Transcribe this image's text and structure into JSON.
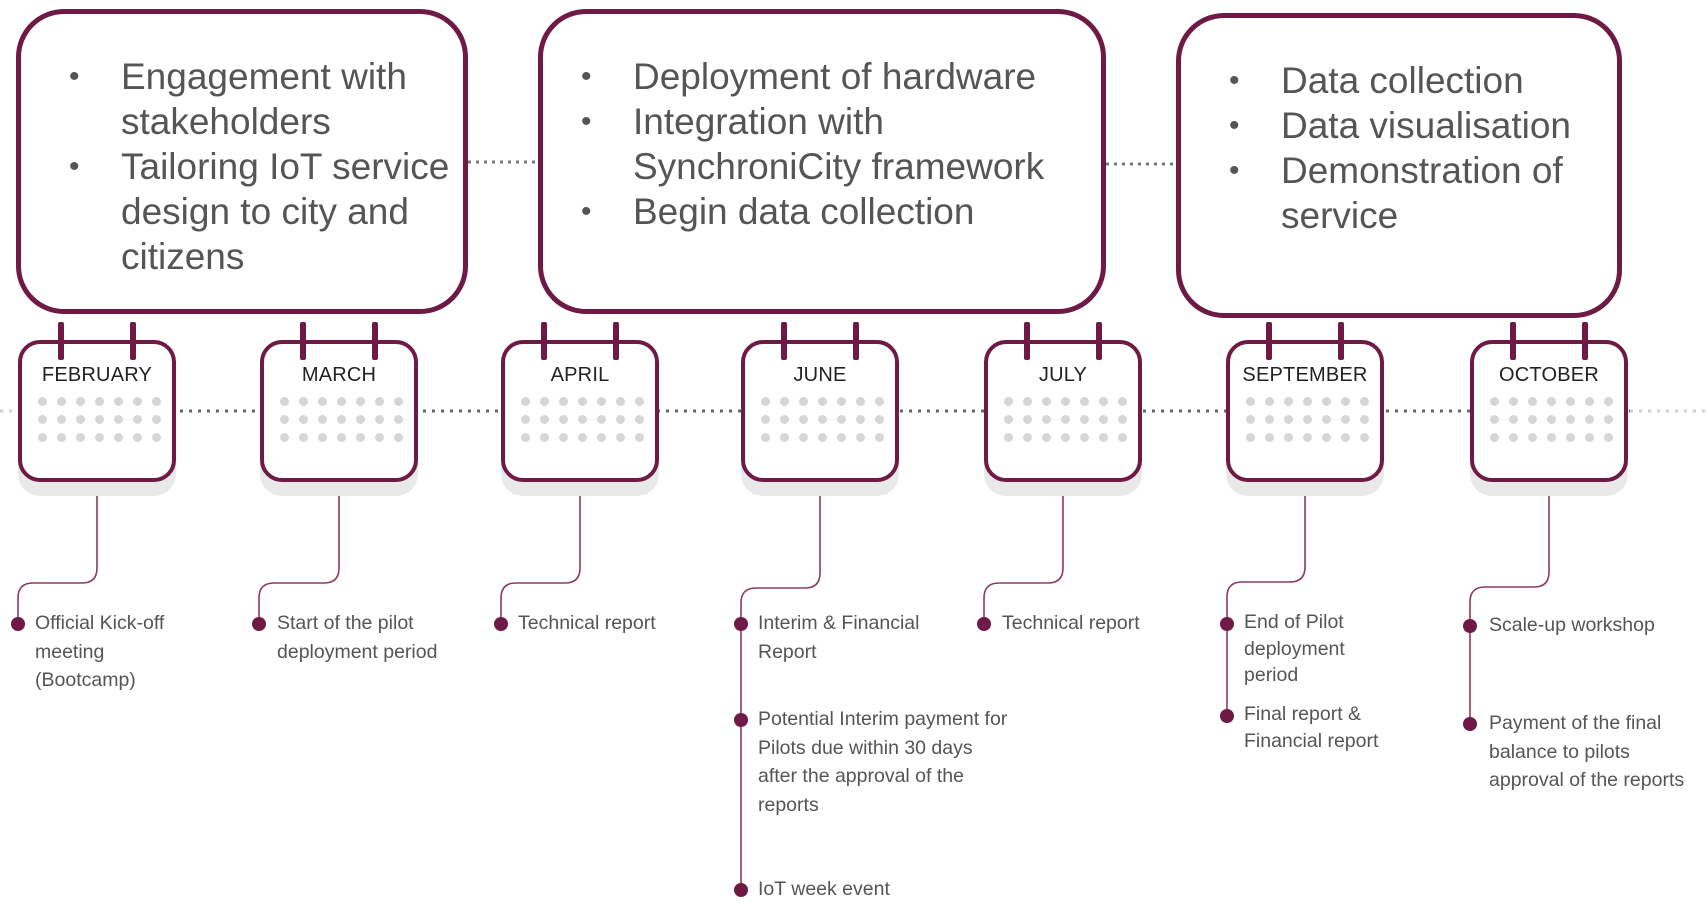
{
  "phases": [
    {
      "items": [
        "Engagement with stakeholders",
        "Tailoring IoT service design to city and citizens"
      ]
    },
    {
      "items": [
        "Deployment of hardware",
        "Integration with SynchroniCity framework",
        "Begin data collection"
      ]
    },
    {
      "items": [
        "Data collection",
        "Data visualisation",
        "Demonstration of service"
      ]
    }
  ],
  "bullet_char": "•",
  "months": [
    "FEBRUARY",
    "MARCH",
    "APRIL",
    "JUNE",
    "JULY",
    "SEPTEMBER",
    "OCTOBER"
  ],
  "events": {
    "february": [
      "Official Kick-off meeting (Bootcamp)"
    ],
    "march": [
      "Start of the pilot deployment period"
    ],
    "april": [
      "Technical report"
    ],
    "june": [
      "Interim & Financial Report",
      "Potential Interim payment for Pilots due within 30 days after the approval of the reports",
      "IoT week event"
    ],
    "july": [
      "Technical report"
    ],
    "september": [
      "End of Pilot deployment period",
      "Final report & Financial report"
    ],
    "october": [
      "Scale-up workshop",
      "Payment of the final balance to pilots approval of the reports"
    ]
  },
  "colors": {
    "accent": "#6e1a45",
    "text": "#555555",
    "dots": "#d6d6d6"
  }
}
